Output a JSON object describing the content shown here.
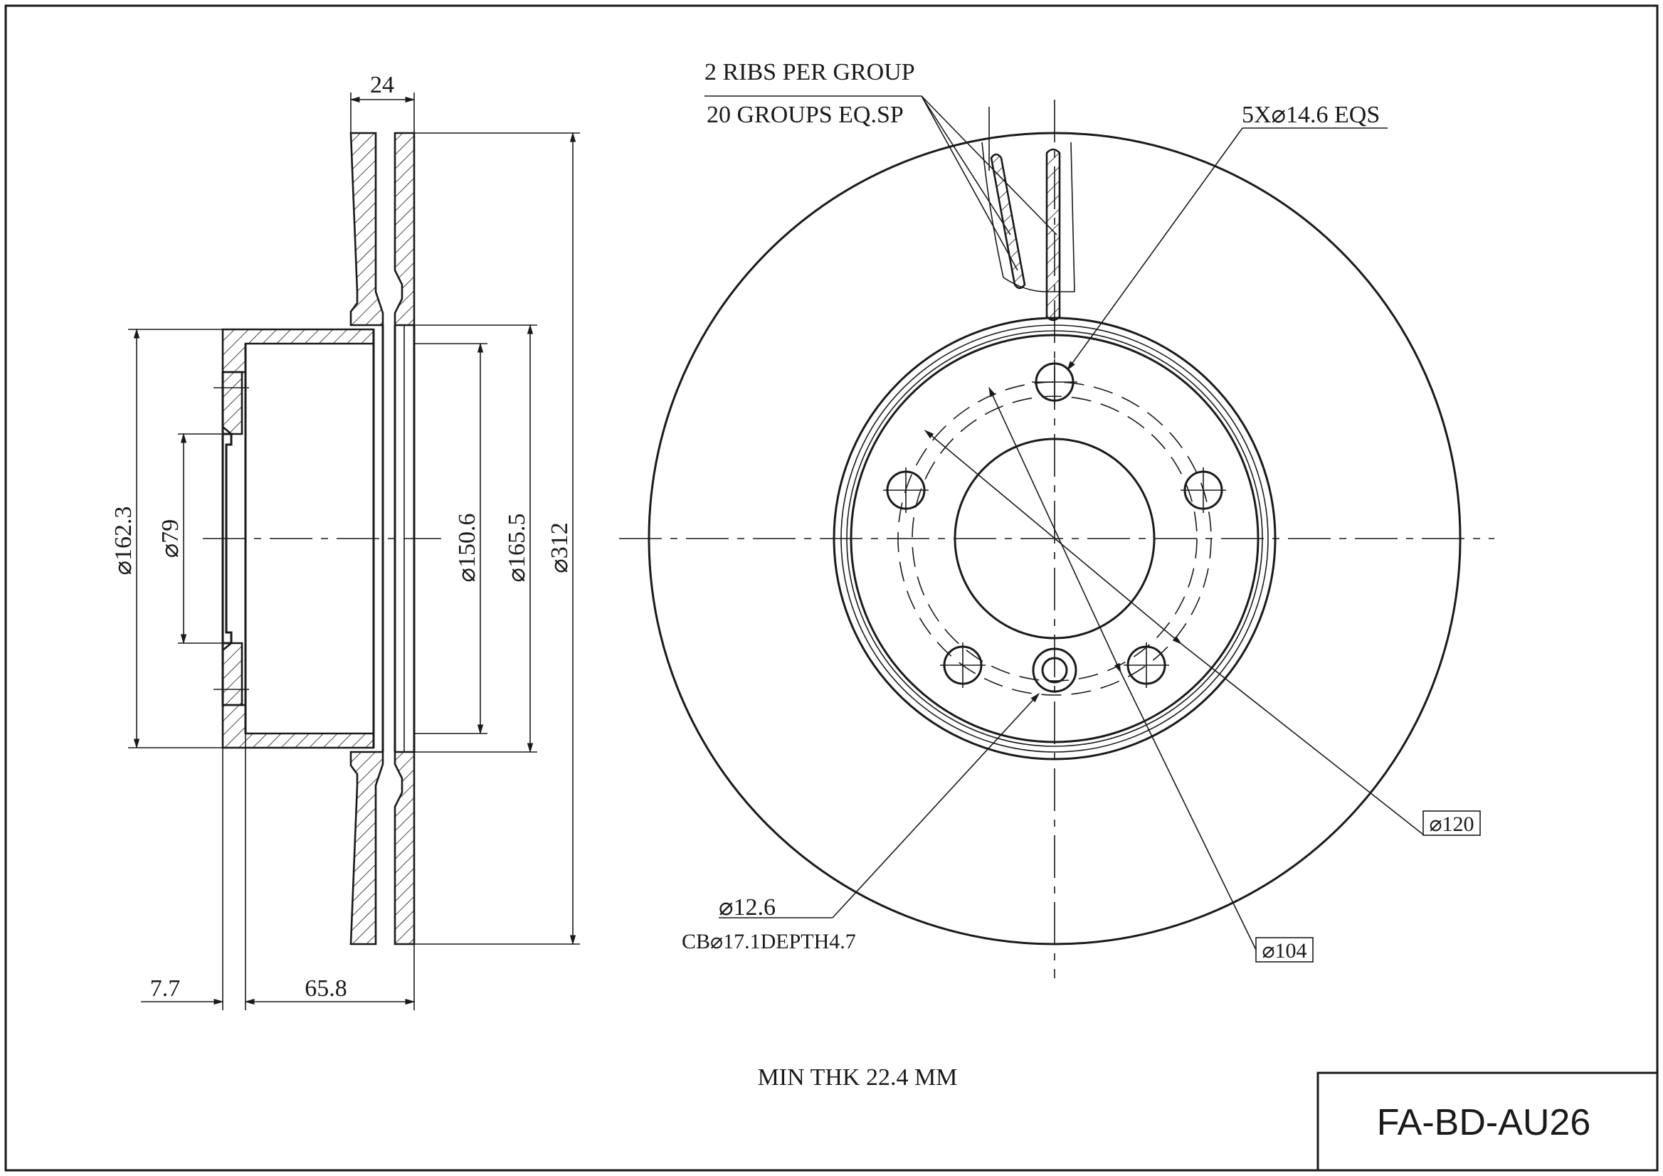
{
  "part_number": "FA-BD-AU26",
  "notes": {
    "min_thickness": "MIN THK 22.4 MM",
    "ribs_per_group": "2 RIBS PER GROUP",
    "groups": "20 GROUPS EQ.SP",
    "bolt_holes": "5X⌀14.6 EQS",
    "small_hole": "⌀12.6",
    "counterbore": "CB⌀17.1DEPTH4.7"
  },
  "side_view_dimensions": {
    "thickness": "24",
    "outer_diameter": "⌀312",
    "hat_diameter_outer": "⌀165.5",
    "hat_diameter_inner": "⌀150.6",
    "hub_diameter": "⌀162.3",
    "center_bore": "⌀79",
    "offset_flange": "7.7",
    "hat_height": "65.8"
  },
  "front_view_dimensions": {
    "pcd": "⌀120",
    "hat_circle": "⌀104"
  },
  "colors": {
    "line": "#1a1a1a",
    "background": "#ffffff"
  }
}
